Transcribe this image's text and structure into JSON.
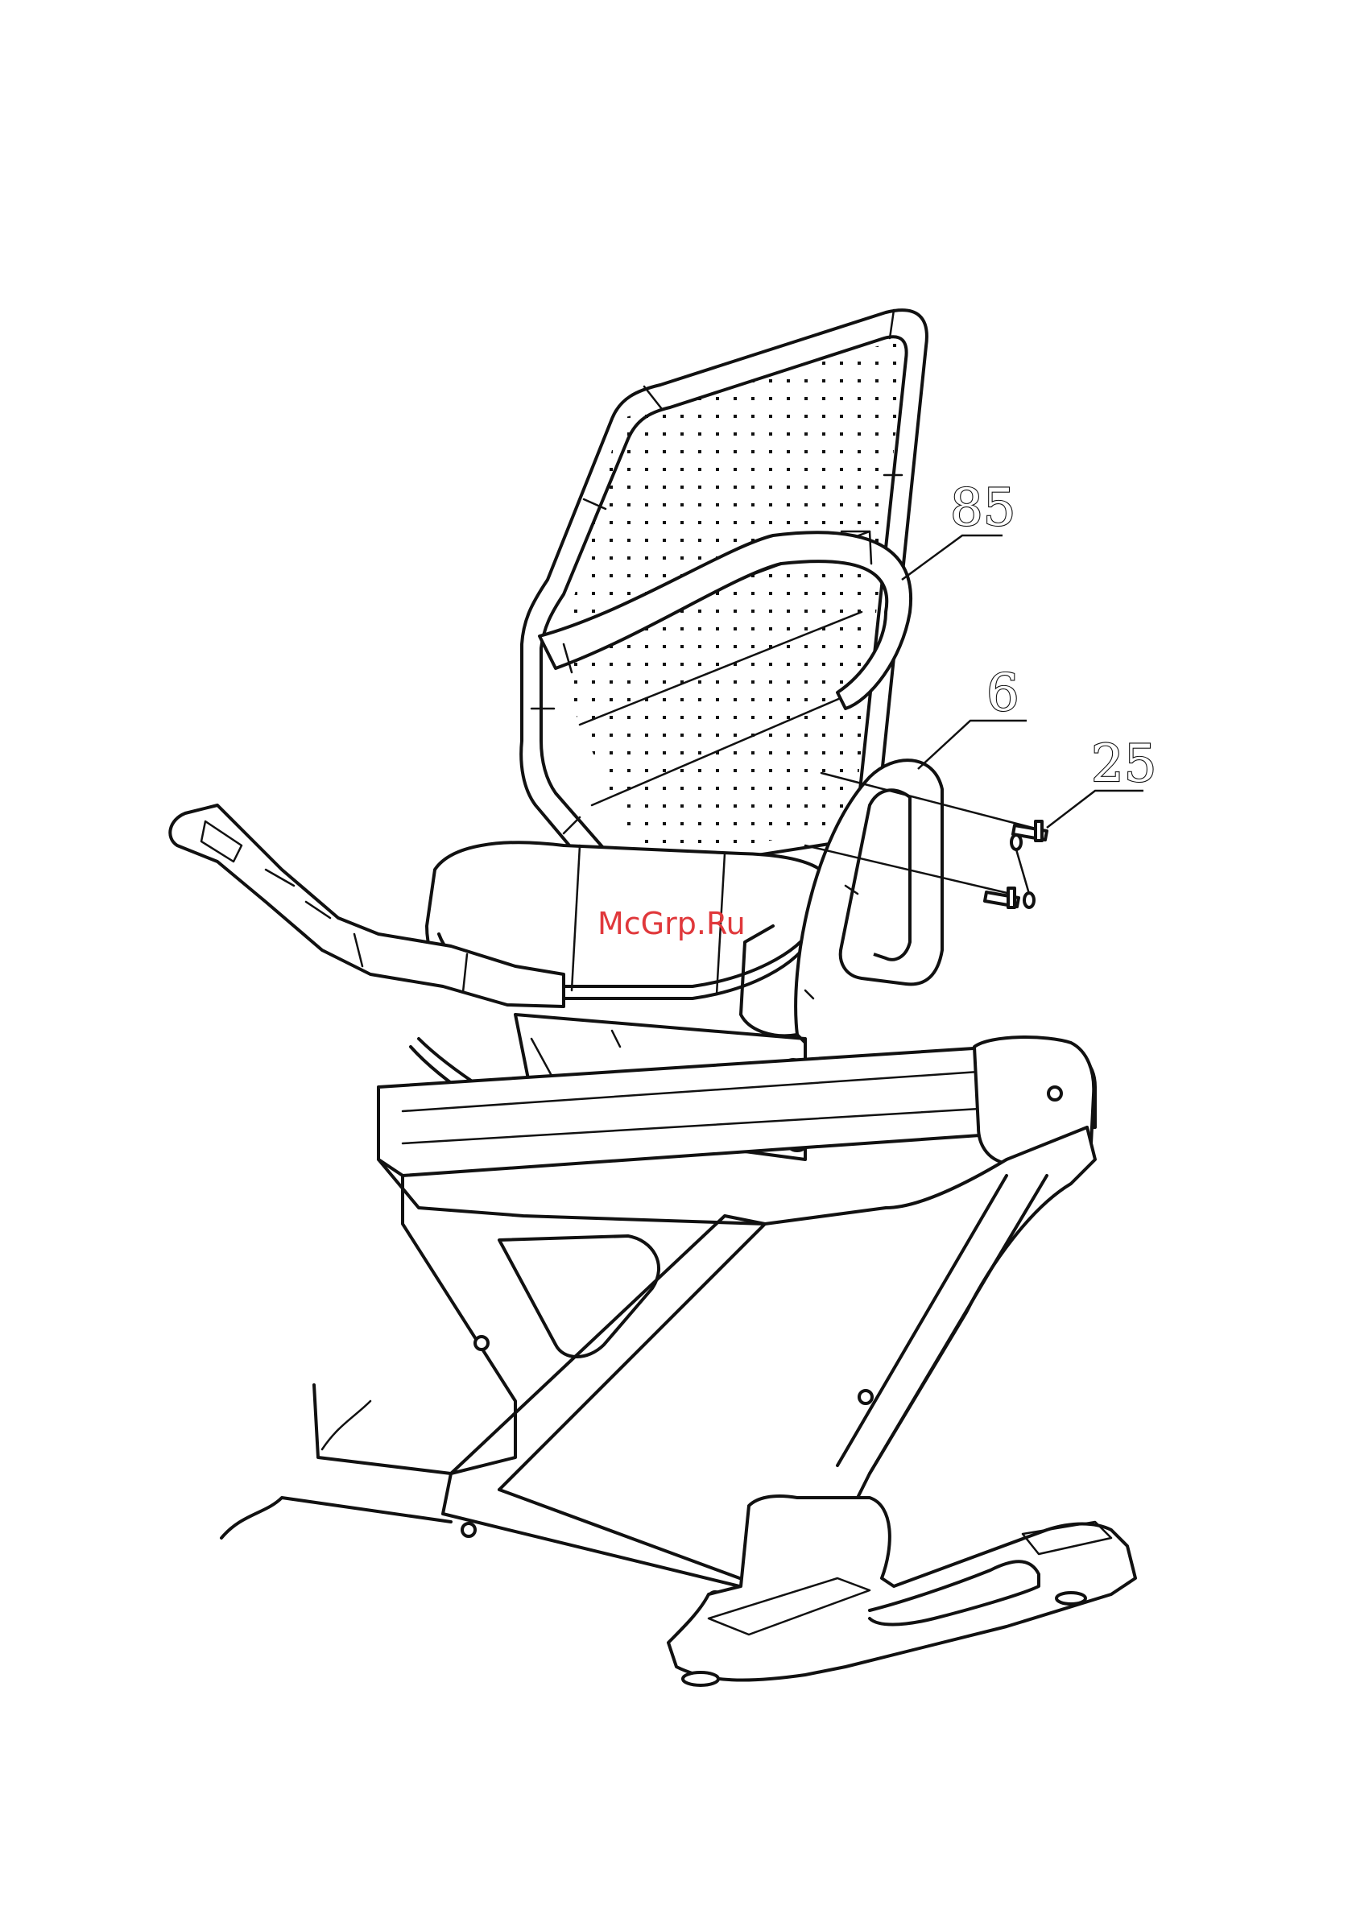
{
  "callouts": [
    {
      "label": "85"
    },
    {
      "label": "6"
    },
    {
      "label": "25"
    }
  ],
  "watermark": "McGrp.Ru",
  "colors": {
    "line": "#111111",
    "background": "#ffffff",
    "watermark": "#e0383b"
  }
}
